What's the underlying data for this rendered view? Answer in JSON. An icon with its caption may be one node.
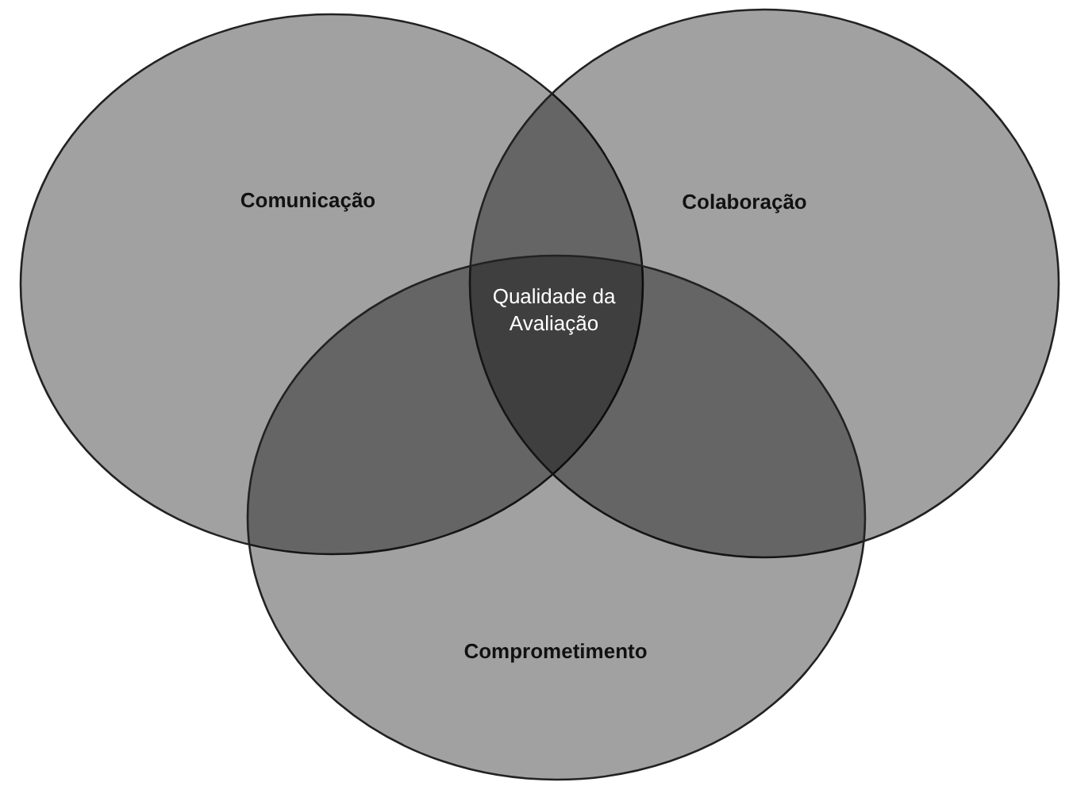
{
  "diagram": {
    "nodes": [
      {
        "text": [
          "Comunicação"
        ]
      },
      {
        "text": [
          "Colaboração"
        ]
      },
      {
        "text": [
          "Comprometimento"
        ]
      }
    ],
    "labels": [
      "Qualidade da Avaliação"
    ]
  }
}
